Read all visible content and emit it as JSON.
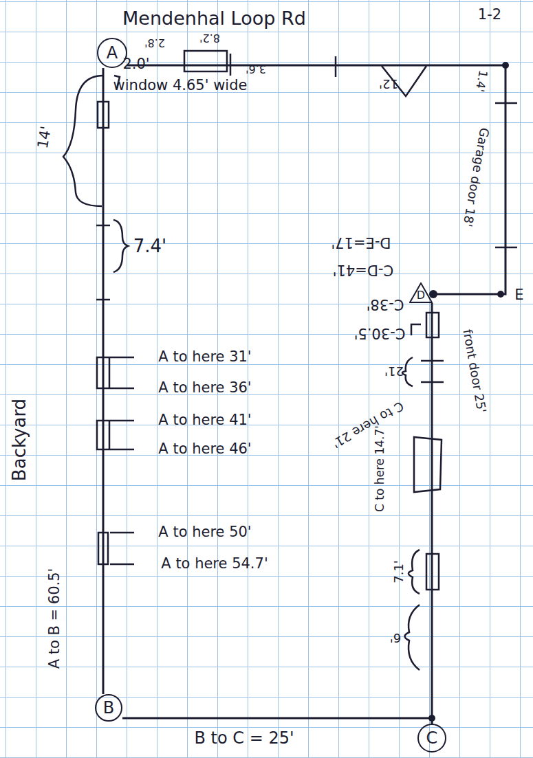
{
  "diagram": {
    "title": "Mendenhal Loop Rd",
    "nodes": [
      {
        "text": [
          "A"
        ]
      },
      {
        "text": [
          "B"
        ]
      },
      {
        "text": [
          "C"
        ]
      },
      {
        "text": [
          "D"
        ]
      }
    ],
    "edges": [
      {
        "from": 0,
        "to": 1,
        "arrow": "none"
      },
      {
        "from": 1,
        "to": 2,
        "arrow": "none"
      },
      {
        "from": 2,
        "to": 3,
        "arrow": "none"
      },
      {
        "from": 3,
        "to": 0,
        "arrow": "none"
      }
    ],
    "labels": [
      "1-2",
      "2.0'",
      "window 4.65' wide",
      "14'",
      "7.4'",
      "A to here 31'",
      "A to here 36'",
      "A to here 41'",
      "A to here 46'",
      "A to here 50'",
      "A to here 54.7'",
      "Backyard",
      "A to B = 60.5'",
      "B to C = 25'",
      "E",
      "D-E=17'",
      "C-D=41'",
      "C-38'",
      "C-30.5'",
      "front door 25'",
      "21'",
      "C to here 21'",
      "C to here 14.7'",
      "7.1'",
      "6'",
      "Garage door 18'",
      "12'",
      "1.4'",
      "2.8'",
      "8.2'",
      "3.6'"
    ]
  }
}
